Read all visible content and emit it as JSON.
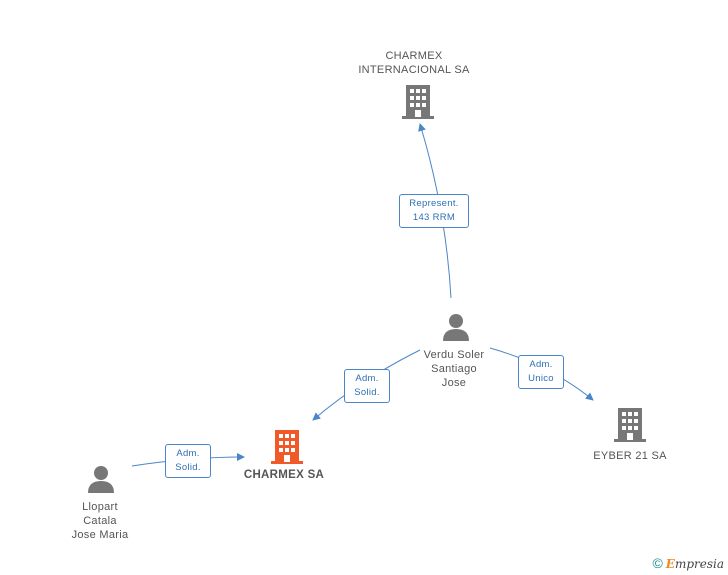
{
  "nodes": {
    "charmex_internacional": {
      "line1": "CHARMEX",
      "line2": "INTERNACIONAL SA",
      "icon": "building-icon",
      "color": "#777777"
    },
    "verdu": {
      "line1": "Verdu Soler",
      "line2": "Santiago",
      "line3": "Jose",
      "icon": "person-icon",
      "color": "#777777"
    },
    "charmex": {
      "line1": "CHARMEX SA",
      "icon": "building-icon",
      "color": "#f05a28"
    },
    "eyber": {
      "line1": "EYBER 21 SA",
      "icon": "building-icon",
      "color": "#777777"
    },
    "llopart": {
      "line1": "Llopart",
      "line2": "Catala",
      "line3": "Jose Maria",
      "icon": "person-icon",
      "color": "#777777"
    }
  },
  "edges": {
    "represent": {
      "line1": "Represent.",
      "line2": "143 RRM"
    },
    "adm_solid_1": {
      "line1": "Adm.",
      "line2": "Solid."
    },
    "adm_unico": {
      "line1": "Adm.",
      "line2": "Unico"
    },
    "adm_solid_2": {
      "line1": "Adm.",
      "line2": "Solid."
    }
  },
  "colors": {
    "edge": "#4a86c8"
  },
  "footer": {
    "copyright": "©",
    "brand_first": "E",
    "brand_rest": "mpresia"
  }
}
